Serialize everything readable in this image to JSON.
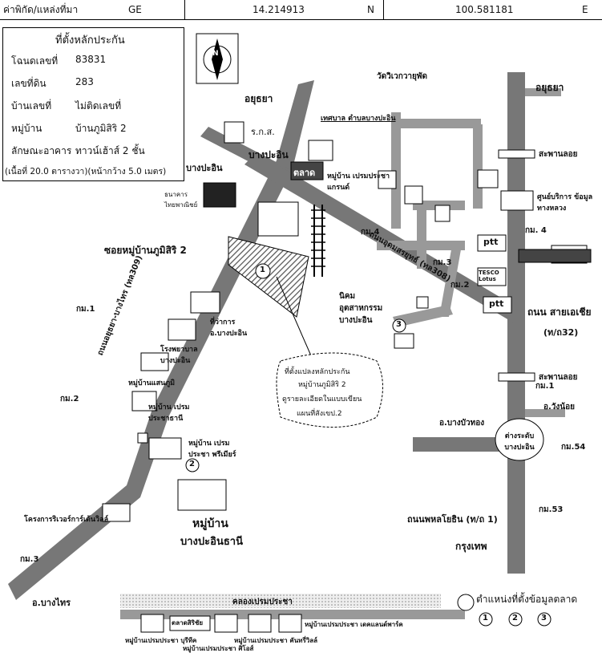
{
  "header": {
    "place_label": "ค่าพิกัด/แหล่งที่มา",
    "source": "GE",
    "lat": "14.214913",
    "lat_dir": "N",
    "lon": "100.581181",
    "lon_dir": "E"
  },
  "info": {
    "legend_title": "ที่ตั้งหลักประกัน",
    "rows": [
      {
        "label": "โฉนดเลขที่",
        "value": "83831"
      },
      {
        "label": "เลขที่ดิน",
        "value": "283"
      },
      {
        "label": "บ้านเลขที่",
        "value": "ไม่ติดเลขที่"
      },
      {
        "label": "หมู่บ้าน",
        "value": "บ้านภูมิสิริ 2"
      },
      {
        "label": "ลักษณะอาคาร",
        "value": "ทาวน์เฮ้าส์ 2 ชั้น"
      }
    ],
    "area": "(เนื้อที่ 20.0 ตารางวา)(หน้ากว้าง 5.0 เมตร)"
  },
  "labels": {
    "ayutthaya_left": "อยุธยา",
    "ayutthaya_right": "อยุธยา",
    "rkc": "ร.ก.ส.",
    "bang_pa_in": "บางปะอิน",
    "bang_pa_in_road": "บางปะอิน",
    "temple": "วัดวิเวกวายุพัด",
    "subdistrict_office": "เทศบาล ตำบลบางปะอิน",
    "market": "ตลาด",
    "bank": "ธนาคาร ไทยพาณิชย์",
    "village_prem": "หมู่บ้าน เปรมประชา แกรนด์",
    "bridge_1": "สะพานลอย",
    "service_center": "ศูนย์บริการ ข้อมูลทางหลวง",
    "road_phahon": "ถนนพหลโยธิน",
    "soi_phumsiri": "ซอยหมู่บ้านภูมิสิริ 2",
    "km4": "กม.4",
    "km3": "กม.3",
    "km2": "กม.2",
    "km1": "กม.1",
    "km2_left": "กม.2",
    "km1_left": "กม.1",
    "km3_left": "กม.3",
    "km4_right": "กม. 4",
    "factory": "นิคมอุตสาหกรรม บางปะอิน",
    "road_asia": "ถนน สายเอเชีย",
    "road_asia_no": "(ท/ถ32)",
    "district_office": "ที่ว่าการ อ.บางปะอิน",
    "hospital": "โรงพยาบาล บางปะอิน",
    "village_phum": "หมู่บ้านแสนภูมิ",
    "village_prem2": "หมู่บ้าน เปรมประชาธานี",
    "village_premier": "หมู่บ้าน เปรมประชา พรีเมียร์",
    "village_bpi": "หมู่บ้าน",
    "village_bpi2": "บางปะอินธานี",
    "project_river": "โครงการริเวอร์การ์เด้นวิลล์",
    "bridge_2": "สะพานลอย",
    "wang_noi": "อ.วังน้อย",
    "bang_bua": "อ.บางบัวทอง",
    "interchange": "ต่างระดับ บางปะอิน",
    "km54": "กม.54",
    "km53": "กม.53",
    "phahon_no": "ถนนพหลโยธิน (ท/ถ 1)",
    "bangkok": "กรุงเทพ",
    "bang_sai": "อ.บางไทร",
    "canal": "คลองเปรมประชา",
    "road_diag": "ถนนอยุธยา-บางไทร (ทล309)",
    "road_diag2": "ถนนอุดมสรยุทธ์ (ทล308)",
    "callout": [
      "ที่ตั้งแปลงหลักประกัน",
      "หมู่บ้านภูมิสิริ 2",
      "ดูรายละเอียดในแบบเขียน",
      "แผนที่สังเขป.2"
    ],
    "bottom_1": "หมู่บ้านเปรมประชา บุรีทีค",
    "bottom_2": "ตลาดสิริชัย",
    "bottom_3": "หมู่บ้านเปรมประชา ศิโอส์",
    "bottom_4": "หมู่บ้านเปรมประชา คันทรี่วิลล์",
    "bottom_5": "หมู่บ้านเปรมประชา เดคแลนด์พาร์ค",
    "legend_text": "ตำแหน่งที่ตั้งข้อมูลตลาด",
    "n1": "1",
    "n2": "2",
    "n3": "3",
    "ptt1": "ptt",
    "ptt2": "ptt",
    "tesco": "TESCO Lotus",
    "north": "N"
  }
}
